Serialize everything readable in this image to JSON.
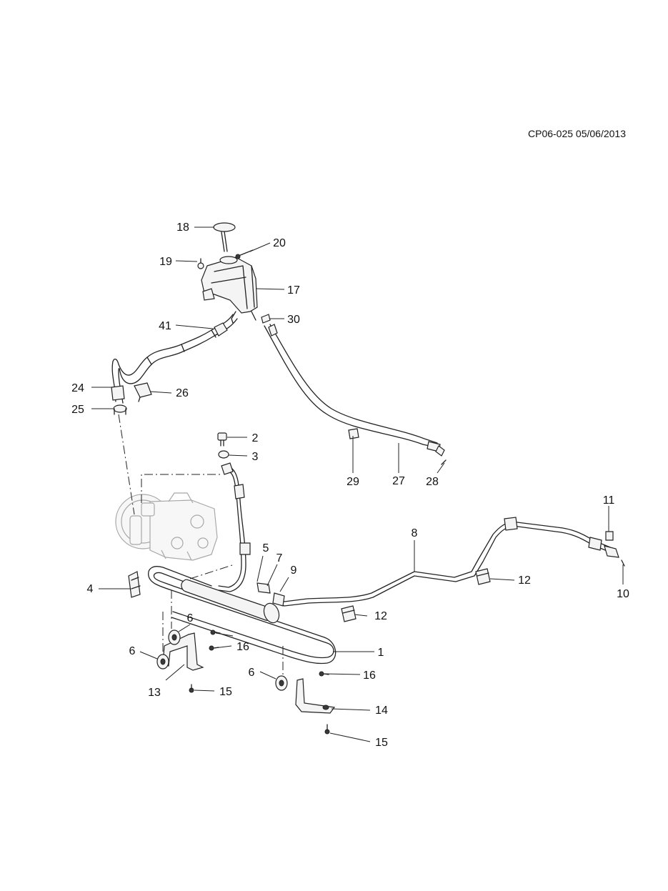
{
  "header": {
    "drawing_ref": "CP06-025 05/06/2013"
  },
  "callouts": {
    "c1": "1",
    "c2": "2",
    "c3": "3",
    "c4": "4",
    "c5": "5",
    "c6a": "6",
    "c6b": "6",
    "c6c": "6",
    "c7": "7",
    "c8": "8",
    "c9": "9",
    "c10": "10",
    "c11": "11",
    "c12a": "12",
    "c12b": "12",
    "c13": "13",
    "c14": "14",
    "c15a": "15",
    "c15b": "15",
    "c16a": "16",
    "c16b": "16",
    "c17": "17",
    "c18": "18",
    "c19": "19",
    "c20": "20",
    "c24": "24",
    "c25": "25",
    "c26": "26",
    "c27": "27",
    "c28": "28",
    "c29": "29",
    "c30": "30",
    "c41": "41"
  },
  "icons": {
    "reservoir": "fluid-reservoir-icon",
    "pump": "power-steering-pump-icon",
    "cooler": "cooler-tube-icon"
  }
}
